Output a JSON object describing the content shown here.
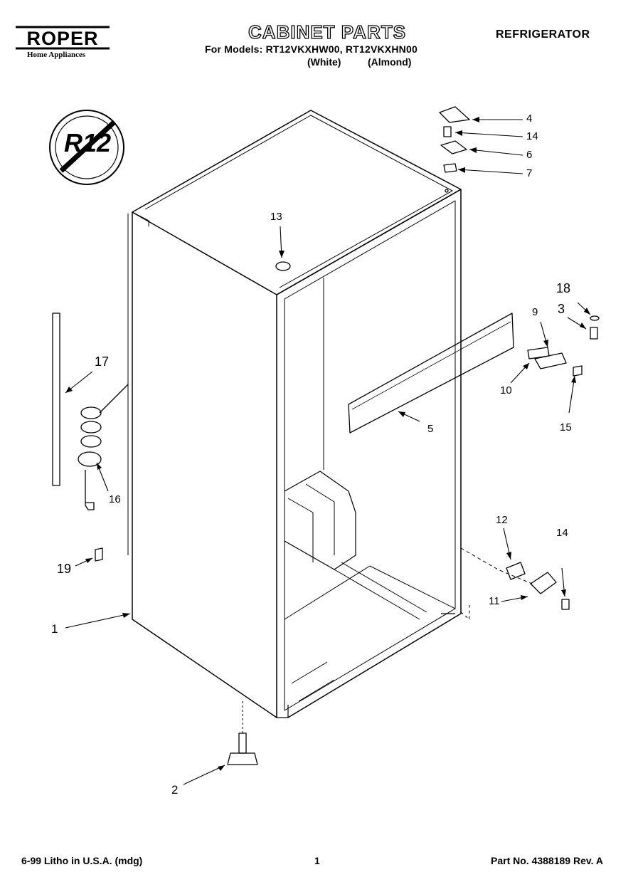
{
  "header": {
    "brand": "ROPER",
    "brand_tagline": "Home Appliances",
    "title": "CABINET PARTS",
    "models_line": "For Models: RT12VKXHW00, RT12VKXHN00",
    "variant_white": "(White)",
    "variant_almond": "(Almond)",
    "category": "REFRIGERATOR"
  },
  "badge": {
    "text": "R12"
  },
  "part_callouts": [
    "4",
    "14",
    "6",
    "7",
    "13",
    "18",
    "3",
    "9",
    "10",
    "15",
    "17",
    "5",
    "16",
    "12",
    "14",
    "11",
    "19",
    "1",
    "2"
  ],
  "footer": {
    "print_info": "6-99 Litho in U.S.A. (mdg)",
    "page_number": "1",
    "part_number": "Part No. 4388189 Rev. A"
  }
}
